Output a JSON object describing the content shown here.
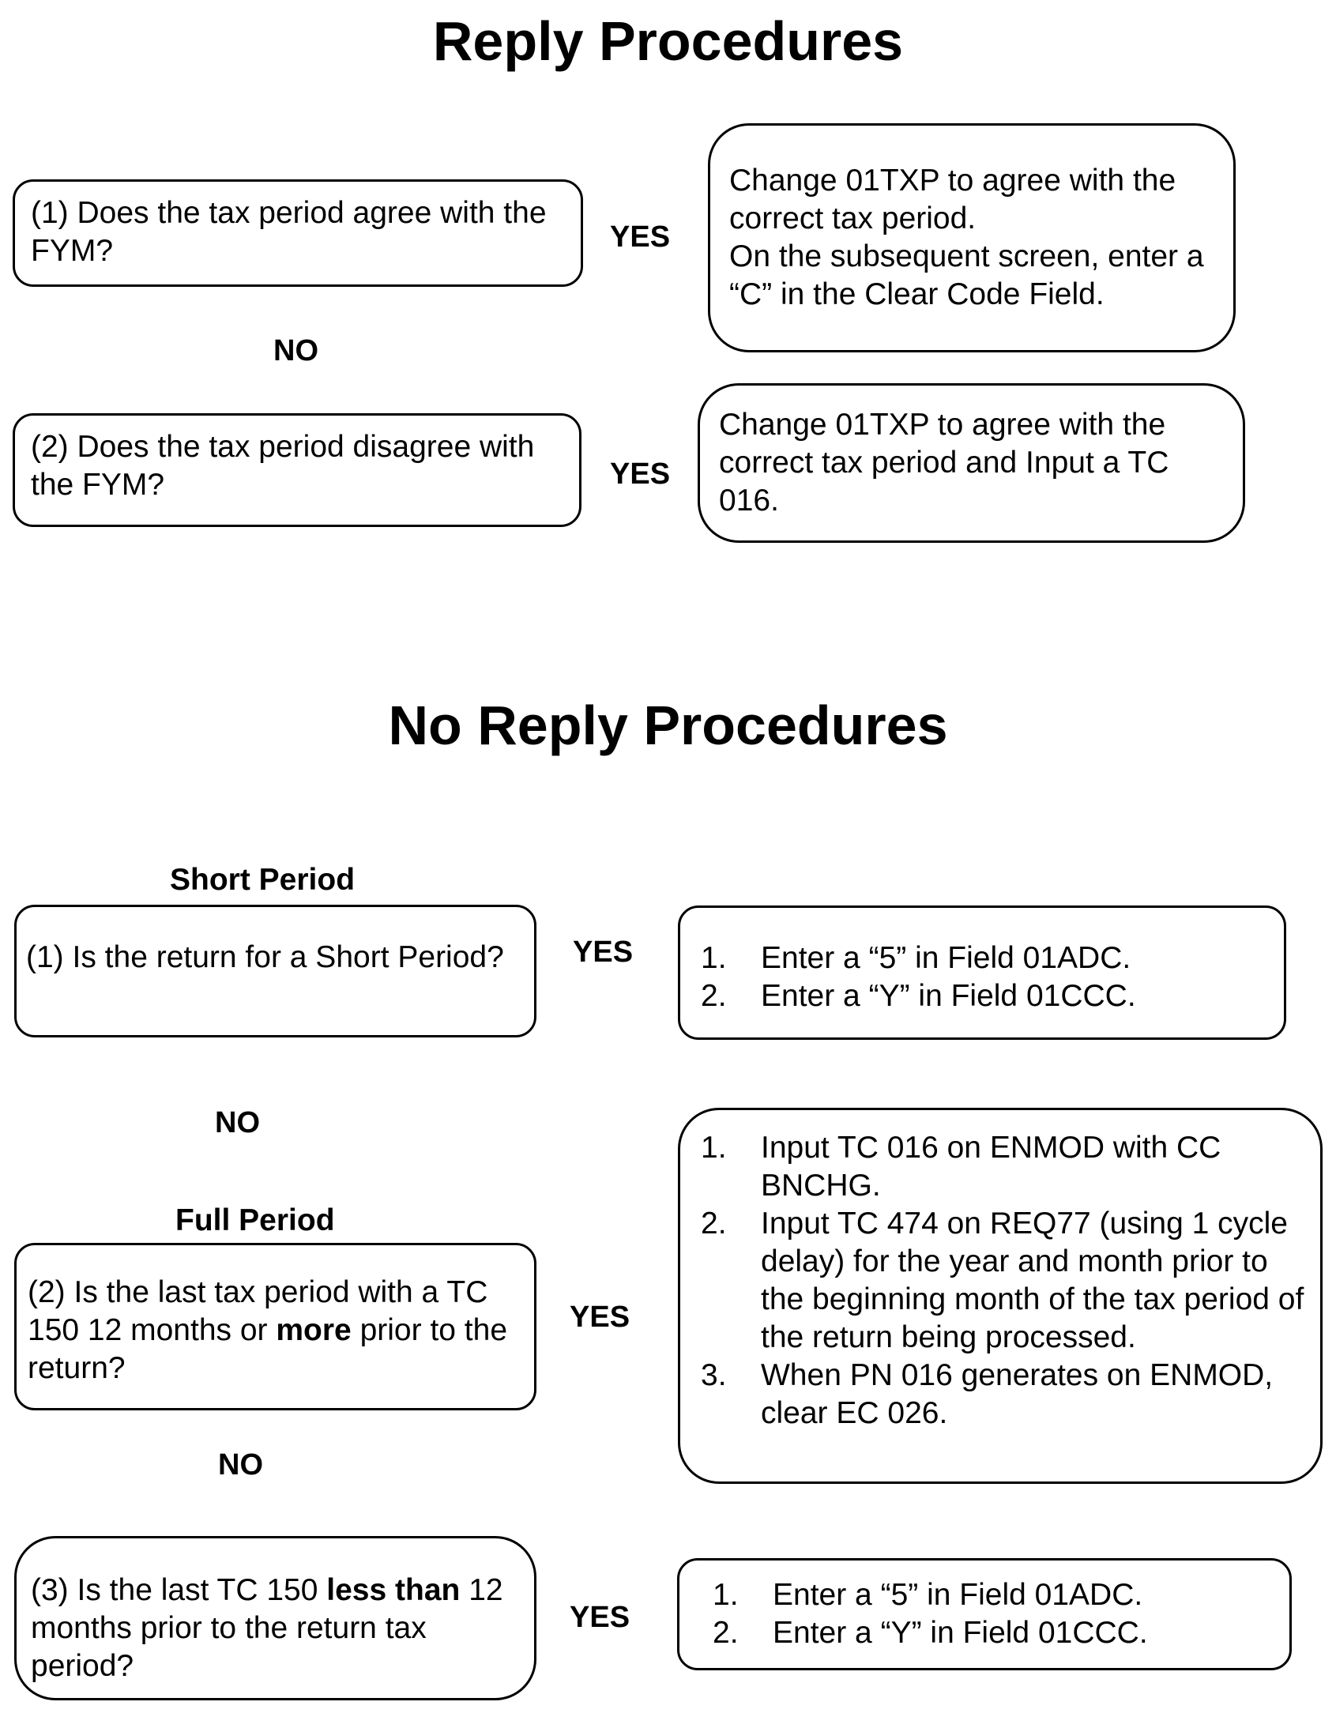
{
  "reply": {
    "title": "Reply Procedures",
    "q1": "(1)  Does the tax period agree with the FYM?",
    "q1_yes": "YES",
    "a1_line1": "Change 01TXP to agree with the correct tax period.",
    "a1_line2": "On the subsequent screen, enter a “C” in the Clear Code Field.",
    "no_label": "NO",
    "q2": "(2)  Does the tax period disagree with the FYM?",
    "q2_yes": "YES",
    "a2": "Change 01TXP to agree with the correct tax period and Input a TC 016."
  },
  "no_reply": {
    "title": "No Reply Procedures",
    "short_period_heading": "Short Period",
    "q1": "(1)  Is the return for a Short Period?",
    "q1_yes": "YES",
    "a1_steps": [
      {
        "num": "1.",
        "text": "Enter a “5” in Field 01ADC."
      },
      {
        "num": "2.",
        "text": "Enter a “Y” in Field 01CCC."
      }
    ],
    "no_label_1": "NO",
    "full_period_heading": "Full Period",
    "q2_part1": "(2)  Is the last tax period with a TC 150 12 months or ",
    "q2_bold": "more",
    "q2_part2": " prior to the return?",
    "q2_yes": "YES",
    "a2_steps": [
      {
        "num": "1.",
        "text": "Input TC 016 on ENMOD with CC BNCHG."
      },
      {
        "num": "2.",
        "text": "Input TC 474 on REQ77 (using 1 cycle delay) for the year and month prior to the beginning month of the tax period of the return being processed."
      },
      {
        "num": "3.",
        "text": "When PN 016 generates on ENMOD, clear EC 026."
      }
    ],
    "no_label_2": "NO",
    "q3_part1": "(3)  Is the last TC 150 ",
    "q3_bold": "less than",
    "q3_part2": " 12 months prior to the return tax period?",
    "q3_yes": "YES",
    "a3_steps": [
      {
        "num": "1.",
        "text": "Enter a “5” in Field 01ADC."
      },
      {
        "num": "2.",
        "text": "Enter a “Y” in Field 01CCC."
      }
    ]
  }
}
